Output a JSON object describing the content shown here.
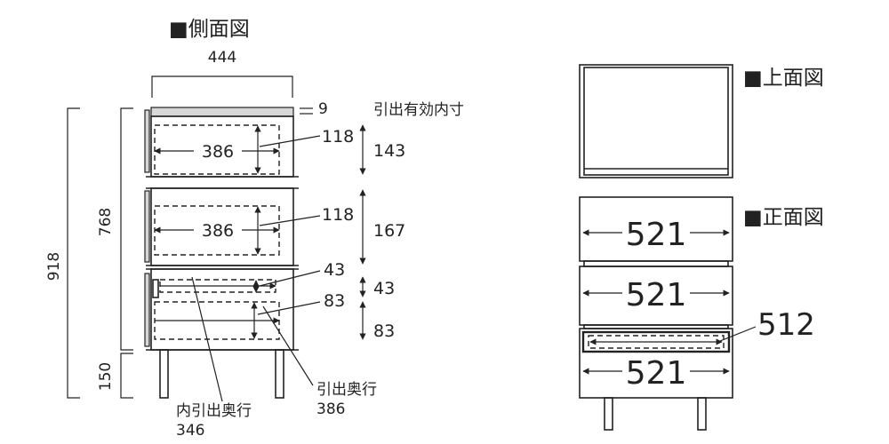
{
  "side_view": {
    "title": "■側面図",
    "width_label": "444",
    "top_thickness_label": "9",
    "internal_label": "引出有効内寸",
    "total_height_label": "918",
    "body_height_label": "768",
    "leg_height_label": "150",
    "drawer1": {
      "depth_label": "386",
      "inner_height_label": "118",
      "effective_label": "143"
    },
    "drawer2": {
      "depth_label": "386",
      "inner_height_label": "118",
      "effective_label": "167"
    },
    "drawer3": {
      "tray_height_label": "43",
      "tray_effective_label": "43",
      "inner_height_label": "83",
      "effective_label": "83"
    },
    "inner_drawer_caption": "内引出奥行",
    "inner_drawer_value": "346",
    "drawer_depth_caption": "引出奥行",
    "drawer_depth_value": "386"
  },
  "top_view": {
    "title": "■上面図"
  },
  "front_view": {
    "title": "■正面図",
    "drawer_width_labels": [
      "521",
      "521",
      "521"
    ],
    "inner_drawer_width_label": "512"
  }
}
